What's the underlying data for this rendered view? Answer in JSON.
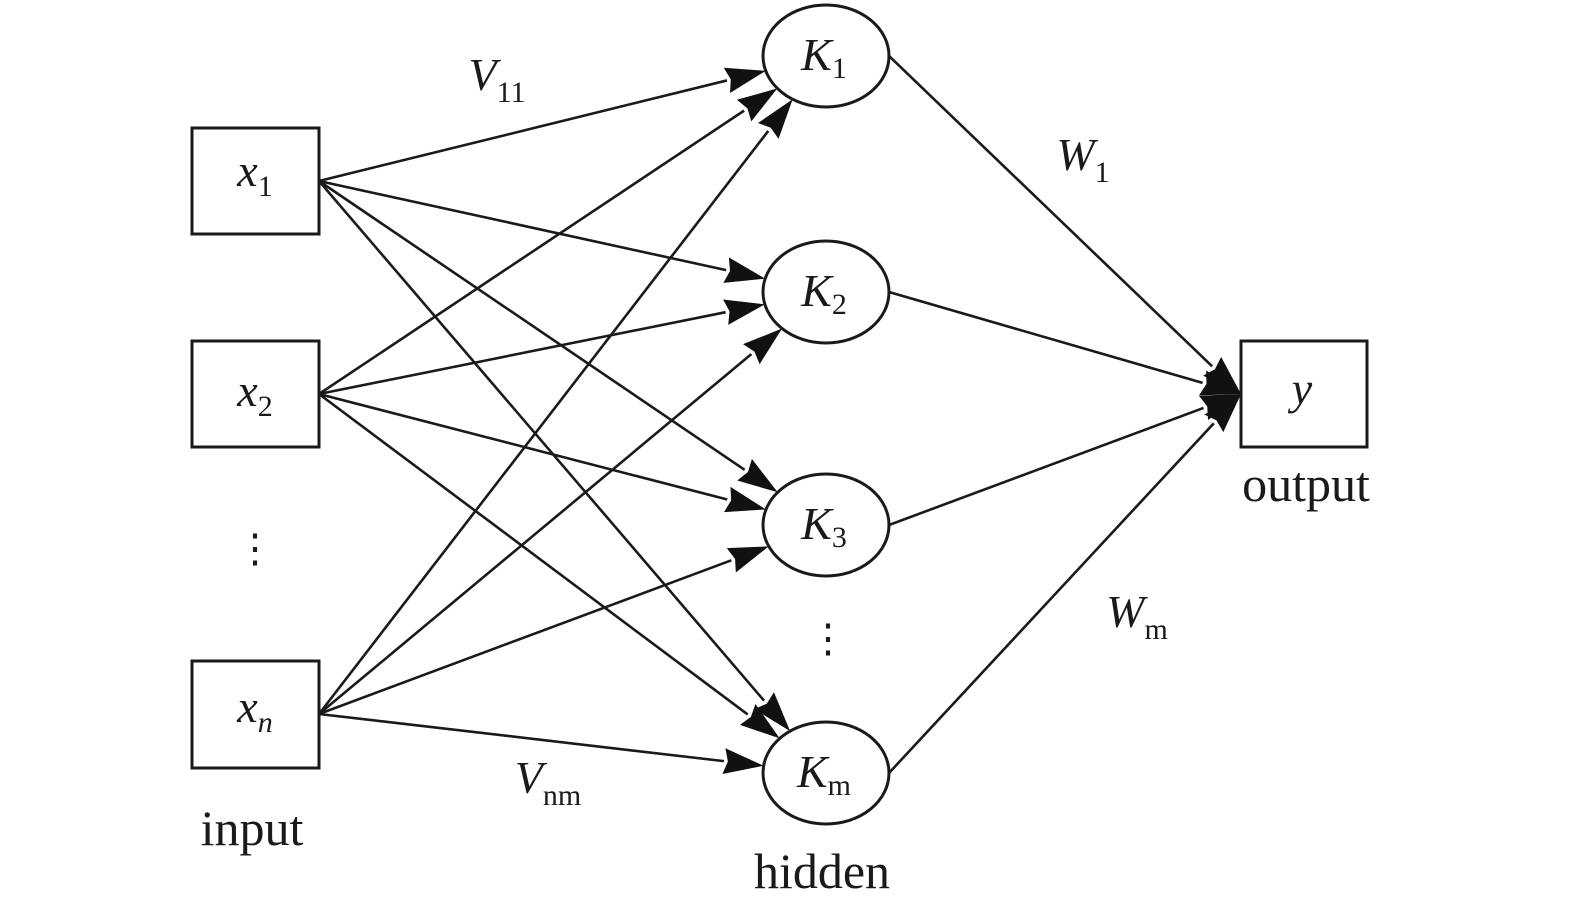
{
  "inputs": [
    {
      "var": "x",
      "sub": "1",
      "sub_italic": false
    },
    {
      "var": "x",
      "sub": "2",
      "sub_italic": false
    },
    {
      "var": "x",
      "sub": "n",
      "sub_italic": true
    }
  ],
  "hidden": [
    {
      "var": "K",
      "sub": "1"
    },
    {
      "var": "K",
      "sub": "2"
    },
    {
      "var": "K",
      "sub": "3"
    },
    {
      "var": "K",
      "sub": "m"
    }
  ],
  "output": {
    "var": "y",
    "sub": ""
  },
  "input_ellipsis": "⋮",
  "hidden_ellipsis": "⋮",
  "weights": {
    "v11": {
      "var": "V",
      "sub": "11"
    },
    "vnm": {
      "var": "V",
      "sub": "nm"
    },
    "w1": {
      "var": "W",
      "sub": "1"
    },
    "wm": {
      "var": "W",
      "sub": "m"
    }
  },
  "captions": {
    "input": "input",
    "hidden": "hidden",
    "output": "output"
  },
  "colors": {
    "stroke": "#1a1a1a",
    "arrow": "#111111",
    "background": "#ffffff"
  }
}
